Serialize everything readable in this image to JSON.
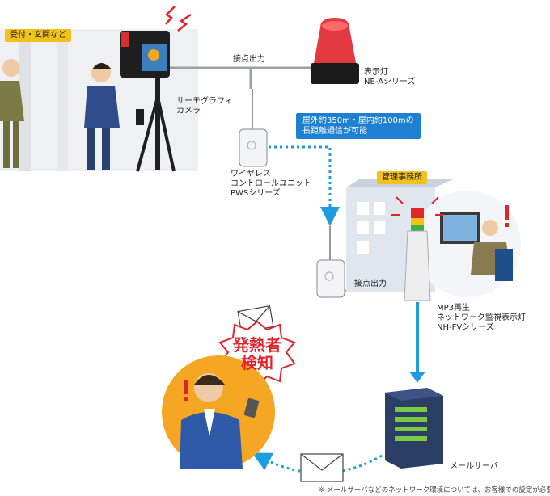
{
  "entrance": {
    "tag": "受付・玄関など"
  },
  "camera": {
    "label": [
      "サーモグラフィ",
      "カメラ"
    ]
  },
  "light": {
    "label": [
      "表示灯",
      "NE-Aシリーズ"
    ]
  },
  "contact_top": "接点出力",
  "contact_bottom": "接点出力",
  "wireless": {
    "label": [
      "ワイヤレス",
      "コントロールユニット",
      "PWSシリーズ"
    ]
  },
  "range": {
    "lines": [
      "屋外約350m・屋内約100mの",
      "長距離通信が可能"
    ]
  },
  "office": {
    "tag": "管理事務所"
  },
  "tower": {
    "label": [
      "MP3再生",
      "ネットワーク監視表示灯",
      "NH-FVシリーズ"
    ]
  },
  "fever": {
    "lines": [
      "発熱者",
      "検知"
    ]
  },
  "server": {
    "label": "メールサーバ"
  },
  "footnote": "※ メールサーバなどのネットワーク環境については、お客様での設定が必要です。",
  "colors": {
    "accent_blue": "#1f7fd1",
    "alert_red": "#e0242c",
    "tag_yellow": "#f2c21b",
    "circle_orange": "#f5a623"
  }
}
